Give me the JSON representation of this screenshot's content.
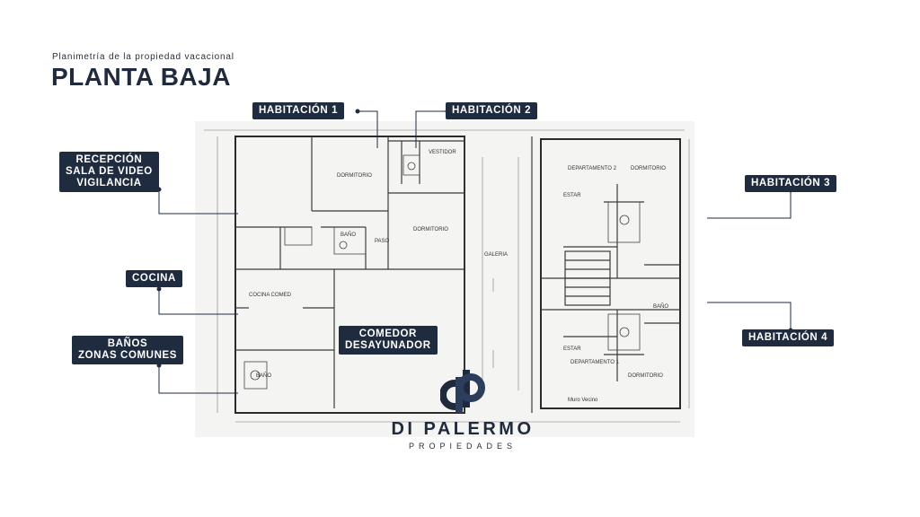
{
  "header": {
    "subtitle": "Planimetría de la propiedad vacacional",
    "title": "PLANTA BAJA"
  },
  "labels": {
    "habitacion_1": "HABITACIÓN 1",
    "habitacion_2": "HABITACIÓN 2",
    "habitacion_3": "HABITACIÓN 3",
    "habitacion_4": "HABITACIÓN 4",
    "recepcion": [
      "RECEPCIÓN",
      "SALA DE VIDEO",
      "VIGILANCIA"
    ],
    "cocina": "COCINA",
    "banos": [
      "BAÑOS",
      "ZONAS COMUNES"
    ],
    "comedor": [
      "COMEDOR",
      "DESAYUNADOR"
    ]
  },
  "plan_text": {
    "dormitorio": "DORMITORIO",
    "vestidor": "VESTIDOR",
    "bano": "BAÑO",
    "paso": "PASO",
    "galeria": "GALERIA",
    "cocina_comedor": "COCINA COMED",
    "estar": "ESTAR",
    "departamento_2": "DEPARTAMENTO 2",
    "departamento_1": "DEPARTAMENTO 1",
    "muro_vecino": "Muro Vecino"
  },
  "brand": {
    "name": "DI PALERMO",
    "tagline": "PROPIEDADES",
    "monogram": "dp"
  },
  "colors": {
    "label_bg": "#1f2b3e",
    "title": "#1f2a3d",
    "plan_line": "#2a2a2a"
  }
}
